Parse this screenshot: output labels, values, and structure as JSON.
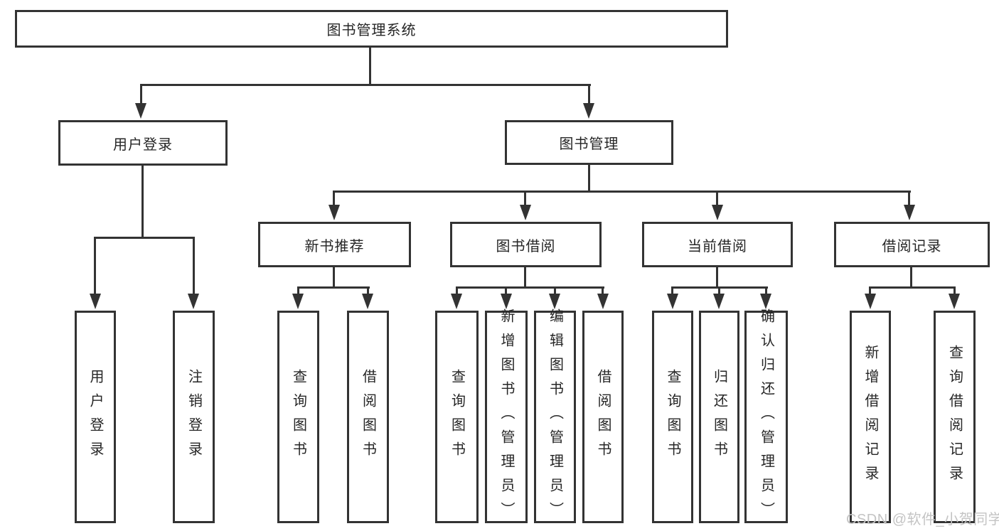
{
  "tree": {
    "root": "图书管理系统",
    "branches": [
      {
        "label": "用户登录",
        "children": [
          "用户登录",
          "注销登录"
        ]
      },
      {
        "label": "图书管理",
        "children": [
          {
            "label": "新书推荐",
            "children": [
              "查询图书",
              "借阅图书"
            ]
          },
          {
            "label": "图书借阅",
            "children": [
              "查询图书",
              "新增图书（管理员）",
              "编辑图书（管理员）",
              "借阅图书"
            ]
          },
          {
            "label": "当前借阅",
            "children": [
              "查询图书",
              "归还图书",
              "确认归还（管理员）"
            ]
          },
          {
            "label": "借阅记录",
            "children": [
              "新增借阅记录",
              "查询借阅记录"
            ]
          }
        ]
      }
    ]
  },
  "watermark": {
    "text": "CSDN @软件_小贺同学"
  },
  "colors": {
    "line": "#333333",
    "text": "#262626",
    "watermark": "#c4c4c4",
    "background": "#ffffff"
  }
}
